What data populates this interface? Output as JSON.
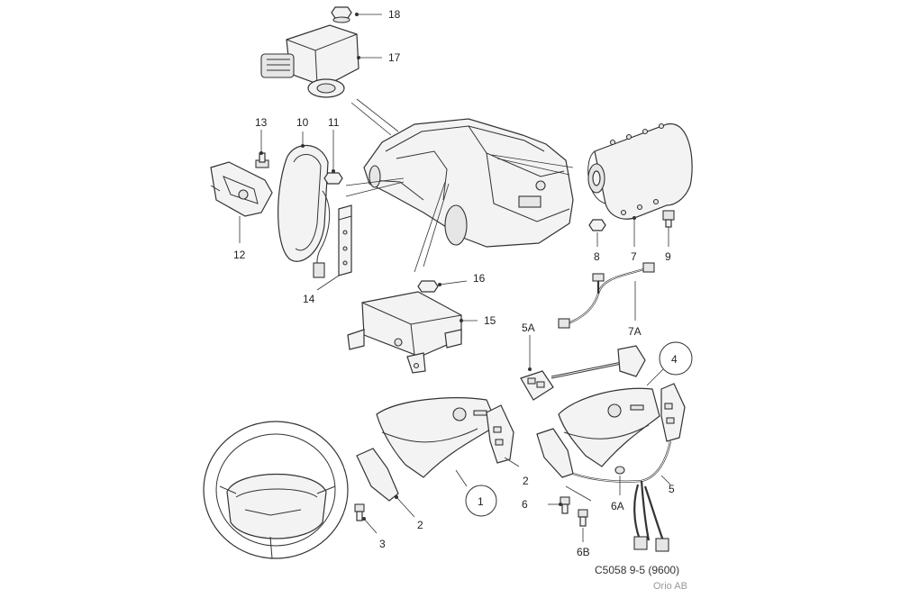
{
  "diagram": {
    "callouts": [
      "18",
      "17",
      "13",
      "10",
      "11",
      "12",
      "14",
      "16",
      "15",
      "8",
      "9",
      "7",
      "7A",
      "5A",
      "4",
      "5",
      "6A",
      "6",
      "6B",
      "2",
      "1",
      "3"
    ]
  },
  "footer": {
    "code": "C5058 9-5 (9600)",
    "copyright": "Orio AB"
  }
}
